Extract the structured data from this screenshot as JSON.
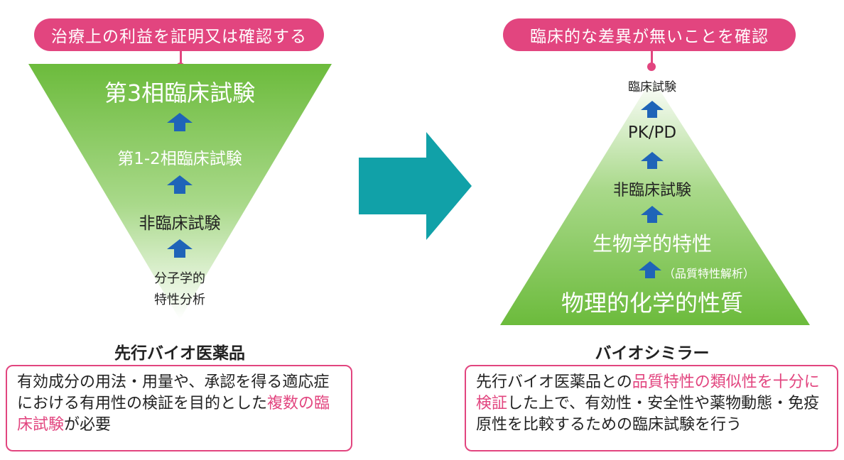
{
  "left": {
    "pill": "治療上の利益を証明又は確認する",
    "levels": [
      "第3相臨床試験",
      "第1-2相臨床試験",
      "非臨床試験"
    ],
    "bottom_line1": "分子学的",
    "bottom_line2": "特性分析",
    "caption": "先行バイオ医薬品",
    "desc": {
      "part1": "有効成分の用法・用量や、承認を得る適応症における有用性の検証を目的とした",
      "highlight": "複数の臨床試験",
      "part2": "が必要"
    }
  },
  "right": {
    "pill": "臨床的な差異が無いことを確認",
    "levels": [
      "臨床試験",
      "PK/PD",
      "非臨床試験",
      "生物学的特性",
      "物理的化学的性質"
    ],
    "note": "（品質特性解析）",
    "caption": "バイオシミラー",
    "desc": {
      "part1": "先行バイオ医薬品との",
      "highlight": "品質特性の類似性を十分に検証",
      "part2": "した上で、有効性・安全性や薬物動態・免疫原性を比較するための臨床試験を行う"
    }
  },
  "colors": {
    "pink": "#e2457f",
    "green": "#6cbb3c",
    "teal": "#11a1a8",
    "arrow_blue": "#1f64b8"
  },
  "icons": {
    "up_arrow": "arrow-up-icon",
    "right_arrow": "arrow-right-icon"
  }
}
